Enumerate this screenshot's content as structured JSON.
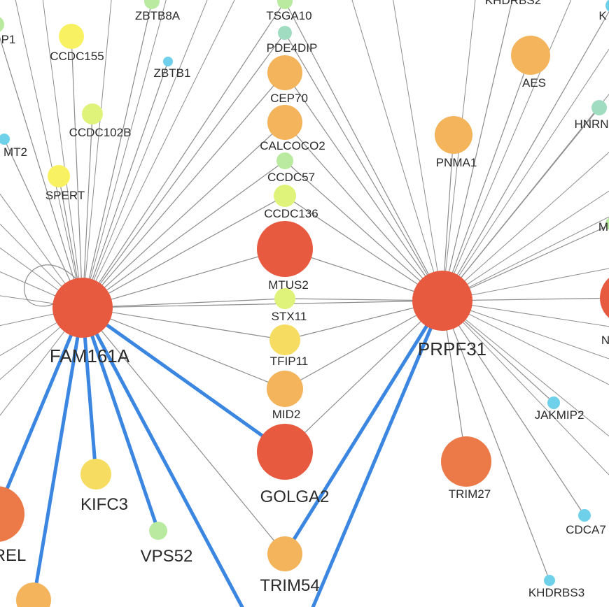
{
  "colors": {
    "edge": "#8d8d8d",
    "highlight_edge": "#3b86e0",
    "hub": "#e85a40",
    "orange": "#ec7a48",
    "light_orange": "#f3b45c",
    "yellow": "#f7dc62",
    "bright_yellow": "#f8f262",
    "yellow_green": "#dff27a",
    "light_green": "#b9eaa0",
    "teal": "#9fdcc0",
    "blue": "#6fd0ea"
  },
  "network": {
    "hubs": [
      {
        "id": "FAM161A",
        "label": "FAM161A",
        "color": "hub"
      },
      {
        "id": "PRPF31",
        "label": "PRPF31",
        "color": "hub"
      }
    ],
    "nodes": [
      {
        "id": "P1",
        "label": "P1",
        "color": "light_green"
      },
      {
        "id": "ZBTB8A",
        "label": "ZBTB8A",
        "color": "light_green"
      },
      {
        "id": "TSGA10",
        "label": "TSGA10",
        "color": "light_green"
      },
      {
        "id": "KHDRBS2",
        "label": "KHDRBS2",
        "color": "blue"
      },
      {
        "id": "K",
        "label": "K",
        "color": "blue"
      },
      {
        "id": "CCDC155",
        "label": "CCDC155",
        "color": "bright_yellow"
      },
      {
        "id": "ZBTB1",
        "label": "ZBTB1",
        "color": "blue"
      },
      {
        "id": "PDE4DIP",
        "label": "PDE4DIP",
        "color": "teal"
      },
      {
        "id": "AES",
        "label": "AES",
        "color": "light_orange"
      },
      {
        "id": "CEP70",
        "label": "CEP70",
        "color": "light_orange"
      },
      {
        "id": "HNRN",
        "label": "HNRN",
        "color": "teal"
      },
      {
        "id": "CCDC102B",
        "label": "CCDC102B",
        "color": "yellow_green"
      },
      {
        "id": "CALCOCO2",
        "label": "CALCOCO2",
        "color": "light_orange"
      },
      {
        "id": "PNMA1",
        "label": "PNMA1",
        "color": "light_orange"
      },
      {
        "id": "MT2",
        "label": "MT2",
        "color": "blue"
      },
      {
        "id": "CCDC57",
        "label": "CCDC57",
        "color": "light_green"
      },
      {
        "id": "SPERT",
        "label": "SPERT",
        "color": "bright_yellow"
      },
      {
        "id": "CCDC136",
        "label": "CCDC136",
        "color": "yellow_green"
      },
      {
        "id": "M",
        "label": "M",
        "color": "light_green"
      },
      {
        "id": "MTUS2",
        "label": "MTUS2",
        "color": "hub"
      },
      {
        "id": "STX11",
        "label": "STX11",
        "color": "yellow_green"
      },
      {
        "id": "N",
        "label": "N",
        "color": "hub"
      },
      {
        "id": "TFIP11",
        "label": "TFIP11",
        "color": "yellow"
      },
      {
        "id": "MID2",
        "label": "MID2",
        "color": "light_orange"
      },
      {
        "id": "JAKMIP2",
        "label": "JAKMIP2",
        "color": "blue"
      },
      {
        "id": "GOLGA2",
        "label": "GOLGA2",
        "color": "hub"
      },
      {
        "id": "TRIM27",
        "label": "TRIM27",
        "color": "orange"
      },
      {
        "id": "KIFC3",
        "label": "KIFC3",
        "color": "yellow"
      },
      {
        "id": "REL",
        "label": "REL",
        "color": "orange"
      },
      {
        "id": "VPS52",
        "label": "VPS52",
        "color": "light_green"
      },
      {
        "id": "CDCA7",
        "label": "CDCA7",
        "color": "blue"
      },
      {
        "id": "TRIM54",
        "label": "TRIM54",
        "color": "light_orange"
      },
      {
        "id": "KHDRBS3",
        "label": "KHDRBS3",
        "color": "blue"
      },
      {
        "id": "BOTTOM_LEFT",
        "label": "",
        "color": "light_orange"
      }
    ],
    "edges": [
      {
        "source": "FAM161A",
        "target": "P1"
      },
      {
        "source": "FAM161A",
        "target": "ZBTB8A"
      },
      {
        "source": "FAM161A",
        "target": "TSGA10"
      },
      {
        "source": "FAM161A",
        "target": "CCDC155"
      },
      {
        "source": "FAM161A",
        "target": "ZBTB1"
      },
      {
        "source": "FAM161A",
        "target": "PDE4DIP"
      },
      {
        "source": "FAM161A",
        "target": "CEP70"
      },
      {
        "source": "FAM161A",
        "target": "CCDC102B"
      },
      {
        "source": "FAM161A",
        "target": "CALCOCO2"
      },
      {
        "source": "FAM161A",
        "target": "MT2"
      },
      {
        "source": "FAM161A",
        "target": "CCDC57"
      },
      {
        "source": "FAM161A",
        "target": "SPERT"
      },
      {
        "source": "FAM161A",
        "target": "CCDC136"
      },
      {
        "source": "FAM161A",
        "target": "MTUS2"
      },
      {
        "source": "FAM161A",
        "target": "STX11"
      },
      {
        "source": "FAM161A",
        "target": "TFIP11"
      },
      {
        "source": "FAM161A",
        "target": "MID2"
      },
      {
        "source": "FAM161A",
        "target": "TRIM54"
      },
      {
        "source": "FAM161A",
        "target": "PRPF31"
      },
      {
        "source": "PRPF31",
        "target": "TSGA10"
      },
      {
        "source": "PRPF31",
        "target": "PDE4DIP"
      },
      {
        "source": "PRPF31",
        "target": "CEP70"
      },
      {
        "source": "PRPF31",
        "target": "CALCOCO2"
      },
      {
        "source": "PRPF31",
        "target": "CCDC57"
      },
      {
        "source": "PRPF31",
        "target": "CCDC136"
      },
      {
        "source": "PRPF31",
        "target": "MTUS2"
      },
      {
        "source": "PRPF31",
        "target": "STX11"
      },
      {
        "source": "PRPF31",
        "target": "TFIP11"
      },
      {
        "source": "PRPF31",
        "target": "MID2"
      },
      {
        "source": "PRPF31",
        "target": "GOLGA2"
      },
      {
        "source": "PRPF31",
        "target": "KHDRBS2"
      },
      {
        "source": "PRPF31",
        "target": "K"
      },
      {
        "source": "PRPF31",
        "target": "AES"
      },
      {
        "source": "PRPF31",
        "target": "HNRN"
      },
      {
        "source": "PRPF31",
        "target": "PNMA1"
      },
      {
        "source": "PRPF31",
        "target": "M"
      },
      {
        "source": "PRPF31",
        "target": "N"
      },
      {
        "source": "PRPF31",
        "target": "JAKMIP2"
      },
      {
        "source": "PRPF31",
        "target": "TRIM27"
      },
      {
        "source": "PRPF31",
        "target": "CDCA7"
      },
      {
        "source": "PRPF31",
        "target": "KHDRBS3"
      },
      {
        "source": "FAM161A",
        "target": "GOLGA2",
        "highlight": true
      },
      {
        "source": "FAM161A",
        "target": "KIFC3",
        "highlight": true
      },
      {
        "source": "FAM161A",
        "target": "VPS52",
        "highlight": true
      },
      {
        "source": "FAM161A",
        "target": "REL",
        "highlight": true
      },
      {
        "source": "FAM161A",
        "target": "BOTTOM_LEFT",
        "highlight": true
      },
      {
        "source": "FAM161A",
        "target": "OFF_BOTTOM",
        "highlight": true
      },
      {
        "source": "PRPF31",
        "target": "TRIM54",
        "highlight": true
      },
      {
        "source": "PRPF31",
        "target": "OFF_BOTTOM_2",
        "highlight": true
      }
    ]
  }
}
